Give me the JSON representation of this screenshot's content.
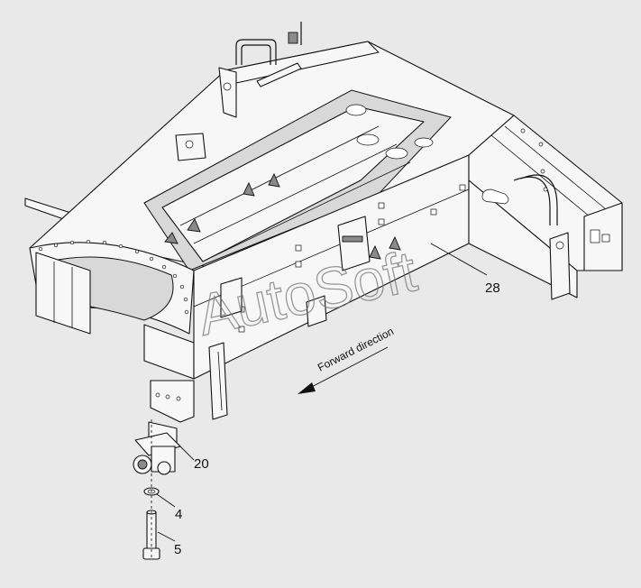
{
  "labels": {
    "part_20": "20",
    "part_28": "28",
    "part_4": "4",
    "part_5": "5"
  },
  "direction_label": "Forward direction",
  "watermark": "AutoSoft"
}
